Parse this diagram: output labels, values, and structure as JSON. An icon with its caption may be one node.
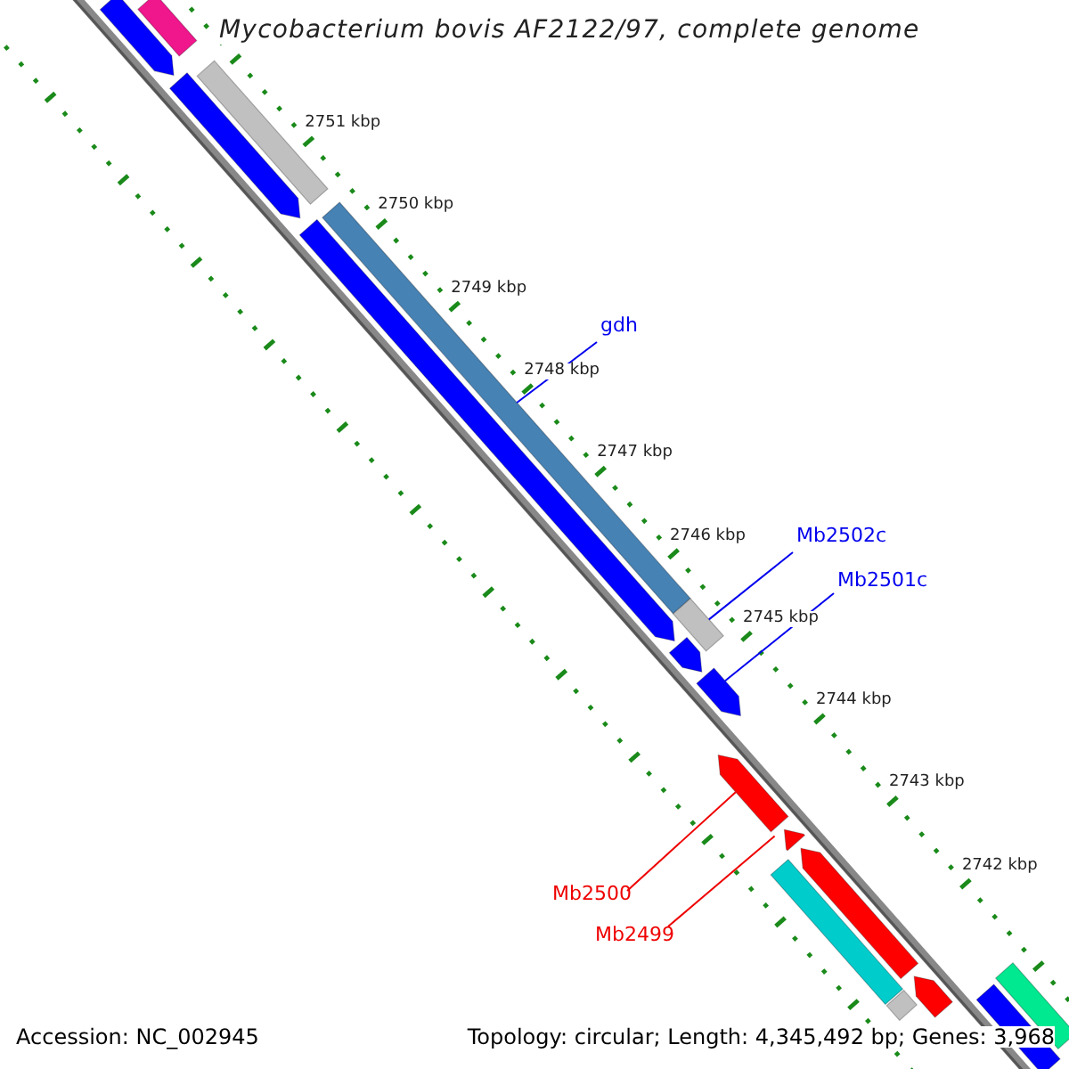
{
  "diagram": {
    "title": "Mycobacterium bovis AF2122/97, complete genome",
    "nodes": [
      {
        "text": [],
        "shape": "bar"
      },
      {
        "text": [],
        "shape": "arrow"
      },
      {
        "text": [],
        "shape": "bar"
      },
      {
        "text": [],
        "shape": "arrow"
      },
      {
        "text": [],
        "shape": "bar"
      },
      {
        "text": [],
        "shape": "arrow"
      },
      {
        "text": [],
        "shape": "bar"
      },
      {
        "text": [],
        "shape": "arrow"
      },
      {
        "text": [],
        "shape": "arrow"
      },
      {
        "text": [],
        "shape": "arrow"
      },
      {
        "text": [],
        "shape": "arrow"
      },
      {
        "text": [],
        "shape": "arrow"
      },
      {
        "text": [],
        "shape": "bar"
      },
      {
        "text": [],
        "shape": "bar"
      },
      {
        "text": [],
        "shape": "arrow"
      },
      {
        "text": [],
        "shape": "bar"
      },
      {
        "text": [],
        "shape": "bar"
      },
      {
        "text": [
          "gdh"
        ]
      },
      {
        "text": [
          "Mb2502c"
        ]
      },
      {
        "text": [
          "Mb2501c"
        ]
      },
      {
        "text": [
          "Mb2500"
        ]
      },
      {
        "text": [
          "Mb2499"
        ]
      }
    ],
    "edges": [
      {
        "from": 17,
        "to": 4,
        "arrow": "none"
      },
      {
        "from": 18,
        "to": 6,
        "arrow": "none"
      },
      {
        "from": 19,
        "to": 8,
        "arrow": "none"
      },
      {
        "from": 20,
        "to": 9,
        "arrow": "none",
        "color": "#ee0000"
      },
      {
        "from": 21,
        "to": 10,
        "arrow": "none",
        "color": "#ee0000"
      }
    ],
    "labels": [
      "2751 kbp",
      "2750 kbp",
      "2749 kbp",
      "2748 kbp",
      "2747 kbp",
      "2746 kbp",
      "2745 kbp",
      "2744 kbp",
      "2743 kbp",
      "2742 kbp",
      "Accession: NC_002945",
      "Topology: circular; Length: 4,345,492 bp; Genes: 3,968"
    ]
  }
}
